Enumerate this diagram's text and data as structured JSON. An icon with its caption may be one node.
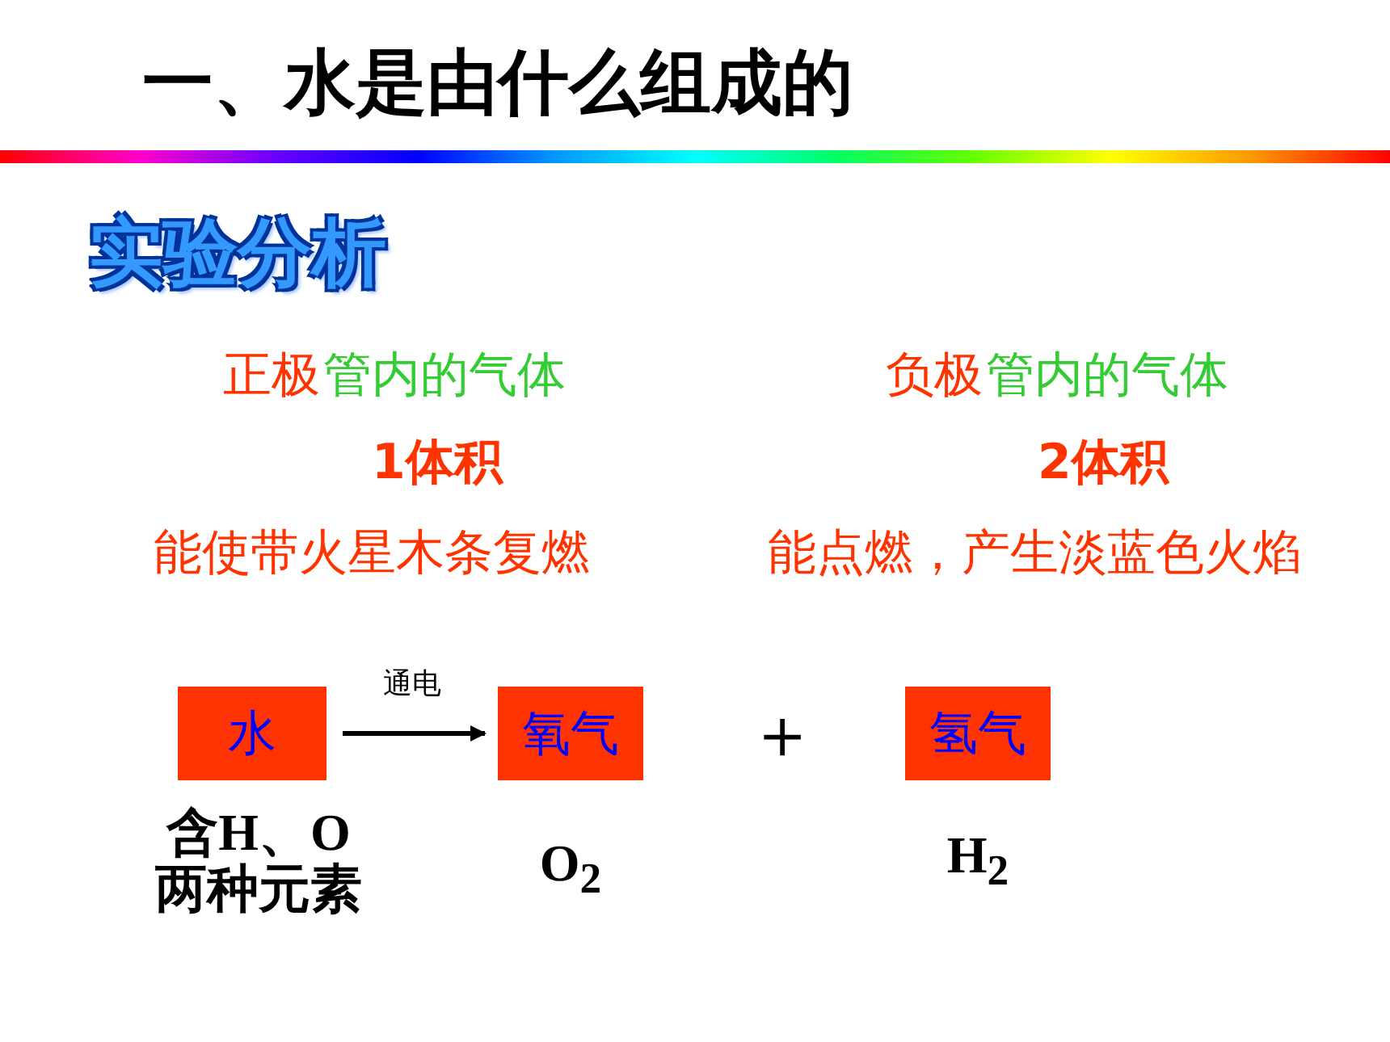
{
  "diagram": {
    "title": "一、水是由什么组成的",
    "nodes": [
      {
        "text": [
          "水"
        ],
        "beside": [
          "含H、O",
          "两种元素"
        ]
      },
      {
        "text": [
          "氧气"
        ],
        "beside": [
          "O$_{2}$"
        ]
      },
      {
        "text": [
          "氢气"
        ],
        "beside": [
          "H$_{2}$"
        ]
      }
    ],
    "edges": [
      {
        "from": 0,
        "to": 1,
        "arrow": "to",
        "label": "通电"
      }
    ],
    "labels": [
      "实验分析",
      "正极",
      "管内的气体",
      "负极",
      "管内的气体",
      "1体积",
      "2体积",
      "能使带火星木条复燃",
      "能点燃，产生淡蓝色火焰",
      "＋"
    ]
  }
}
